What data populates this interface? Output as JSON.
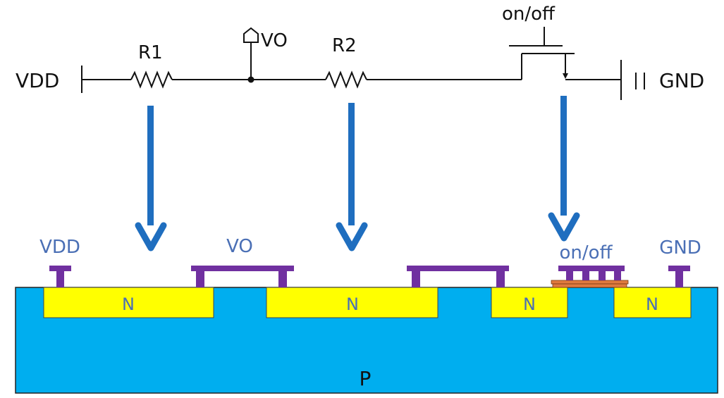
{
  "circuit": {
    "vdd_label": "VDD",
    "r1_label": "R1",
    "vo_label": "VO",
    "r2_label": "R2",
    "switch_label": "on/off",
    "gnd_label": "GND"
  },
  "cross_section": {
    "vdd_label": "VDD",
    "vo_label": "VO",
    "switch_label": "on/off",
    "gnd_label": "GND",
    "well_label": "N",
    "substrate_label": "P"
  },
  "colors": {
    "substrate": "#00aeef",
    "n_region": "#ffff00",
    "metal": "#7030a0",
    "gate": "#e07a3f",
    "arrow": "#1f6ebf",
    "blue_label": "#4a6fb5"
  }
}
